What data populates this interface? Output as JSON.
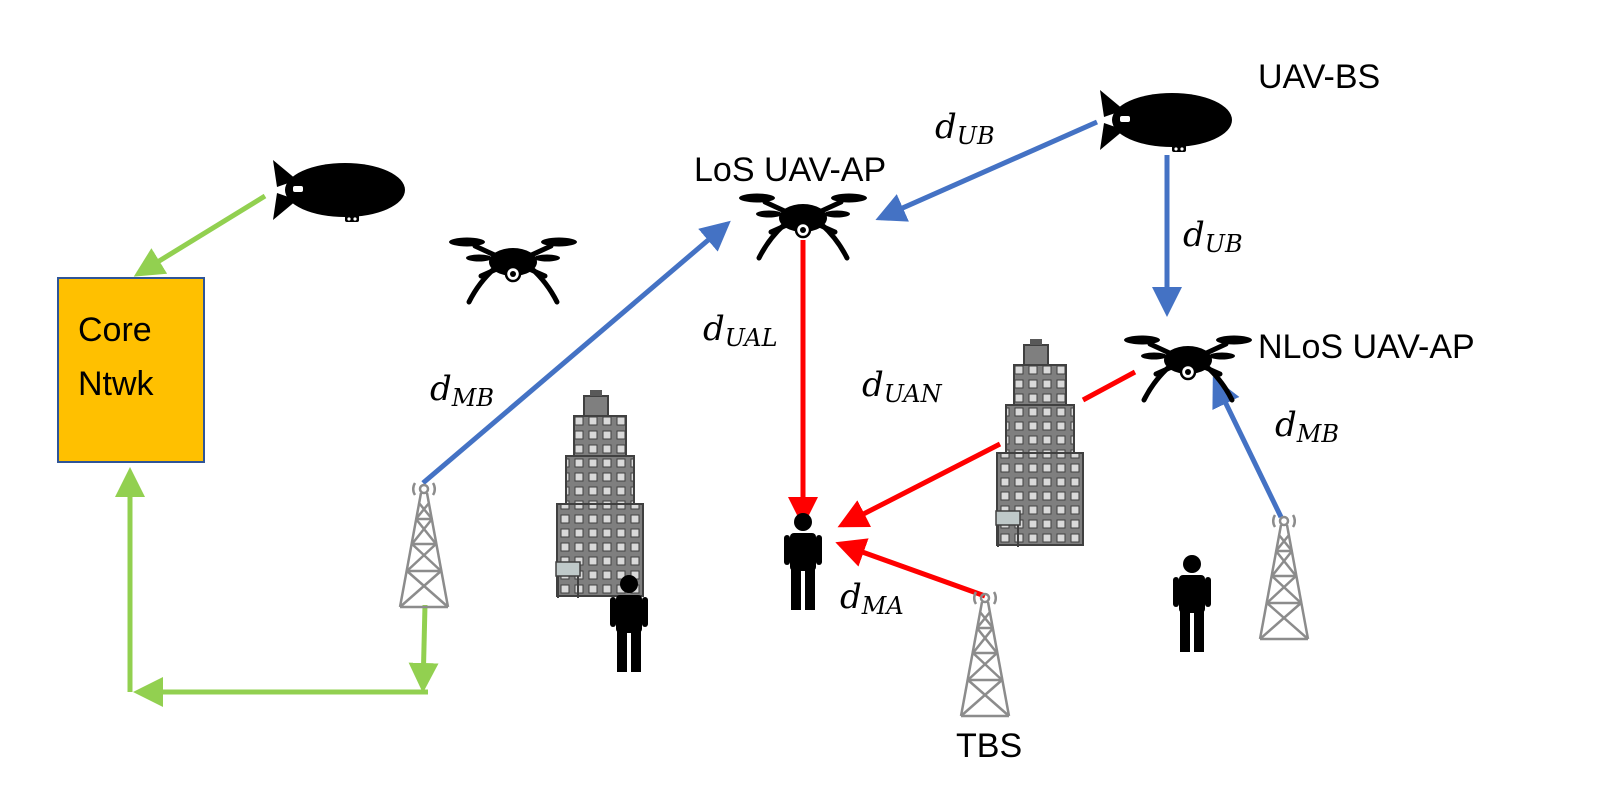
{
  "labels": {
    "core_line1": "Core",
    "core_line2": "Ntwk",
    "uav_bs": "UAV-BS",
    "los_uav_ap": "LoS UAV-AP",
    "nlos_uav_ap": "NLoS UAV-AP",
    "tbs": "TBS"
  },
  "math": {
    "d_ub_top": {
      "base": "d",
      "sub": "UB"
    },
    "d_ub_right": {
      "base": "d",
      "sub": "UB"
    },
    "d_ual": {
      "base": "d",
      "sub": "UAL"
    },
    "d_uan": {
      "base": "d",
      "sub": "UAN"
    },
    "d_mb_left": {
      "base": "d",
      "sub": "MB"
    },
    "d_mb_right": {
      "base": "d",
      "sub": "MB"
    },
    "d_ma": {
      "base": "d",
      "sub": "MA"
    }
  },
  "colors": {
    "core_fill": "#FFC000",
    "core_border": "#2F5597",
    "blue_link": "#4472C4",
    "red_link": "#FF0000",
    "green_link": "#92D050",
    "building": "#7F7F7F",
    "tower": "#8C8C8C"
  }
}
